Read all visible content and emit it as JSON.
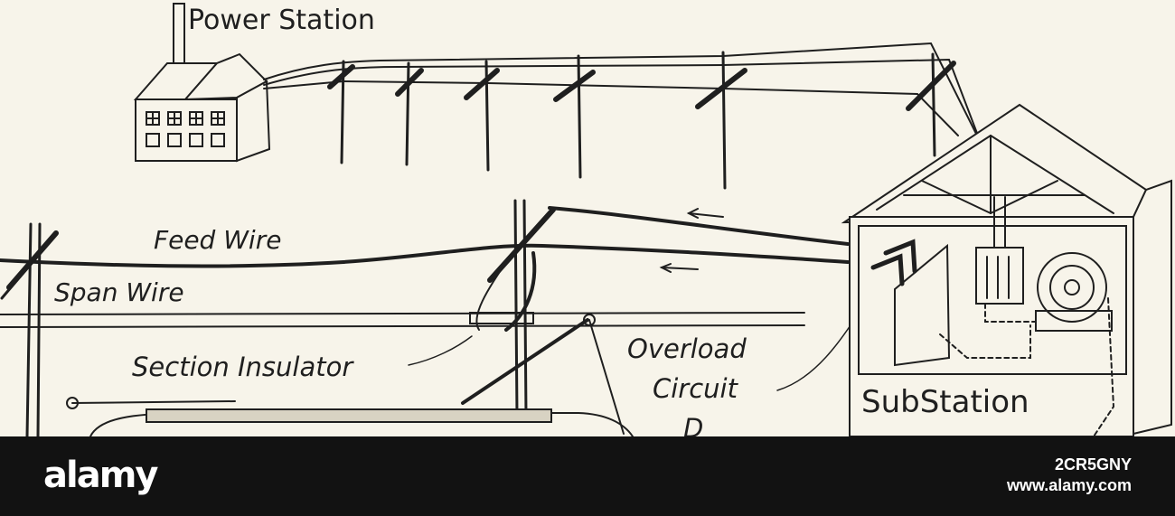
{
  "diagram": {
    "labels": {
      "power_station": "Power Station",
      "feed_wire": "Feed Wire",
      "span_wire": "Span Wire",
      "section_insulator": "Section Insulator",
      "overload": "Overload",
      "circuit": "Circuit",
      "breaker_partial": "D",
      "sub_station": "SubStation"
    }
  },
  "footer": {
    "logo": "alamy",
    "image_id": "2CR5GNY",
    "url": "www.alamy.com"
  },
  "colors": {
    "paper": "#f7f4ea",
    "ink": "#1f1f1f",
    "footer_bg": "#121212"
  }
}
